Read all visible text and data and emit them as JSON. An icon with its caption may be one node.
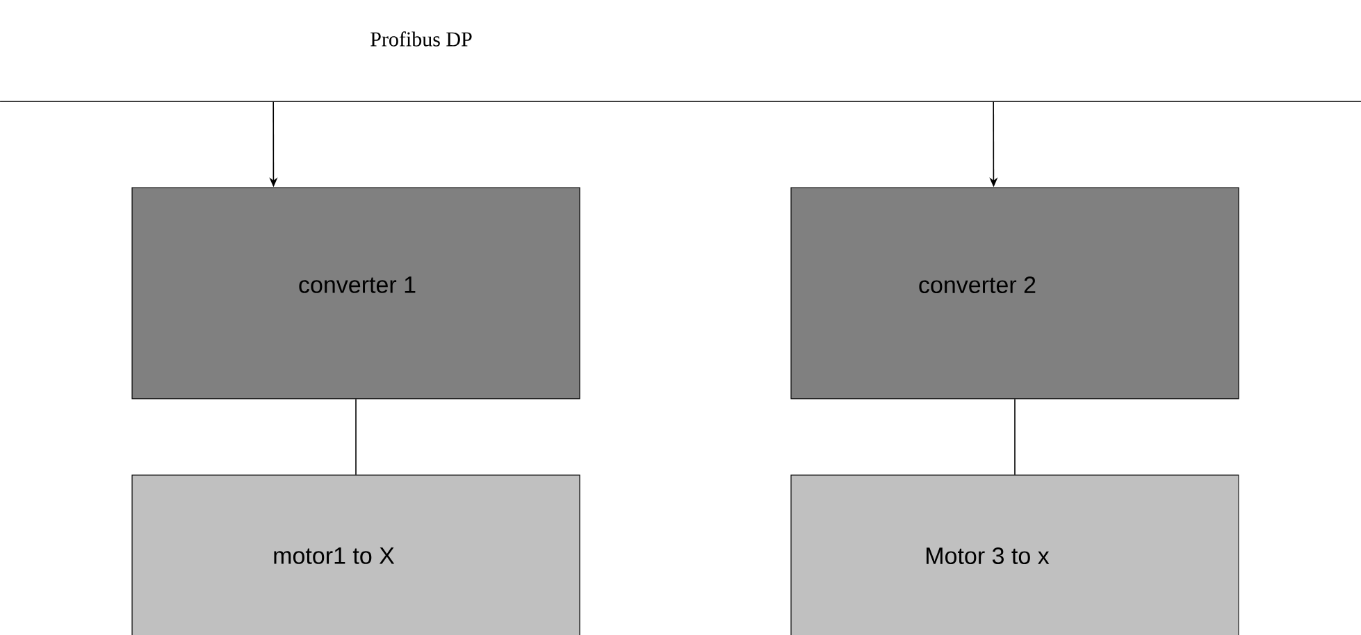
{
  "diagram": {
    "nodes": [
      {
        "text": [
          "Profibus DP"
        ]
      },
      {
        "text": [
          "converter 1"
        ]
      },
      {
        "text": [
          "converter 2"
        ]
      },
      {
        "text": [
          "motor1 to X"
        ]
      },
      {
        "text": [
          "Motor 3 to x"
        ]
      }
    ],
    "edges": [
      {
        "from": 0,
        "to": 1,
        "arrow": "to"
      },
      {
        "from": 0,
        "to": 2,
        "arrow": "to"
      },
      {
        "from": 1,
        "to": 3,
        "arrow": "none"
      },
      {
        "from": 2,
        "to": 4,
        "arrow": "none"
      }
    ]
  }
}
